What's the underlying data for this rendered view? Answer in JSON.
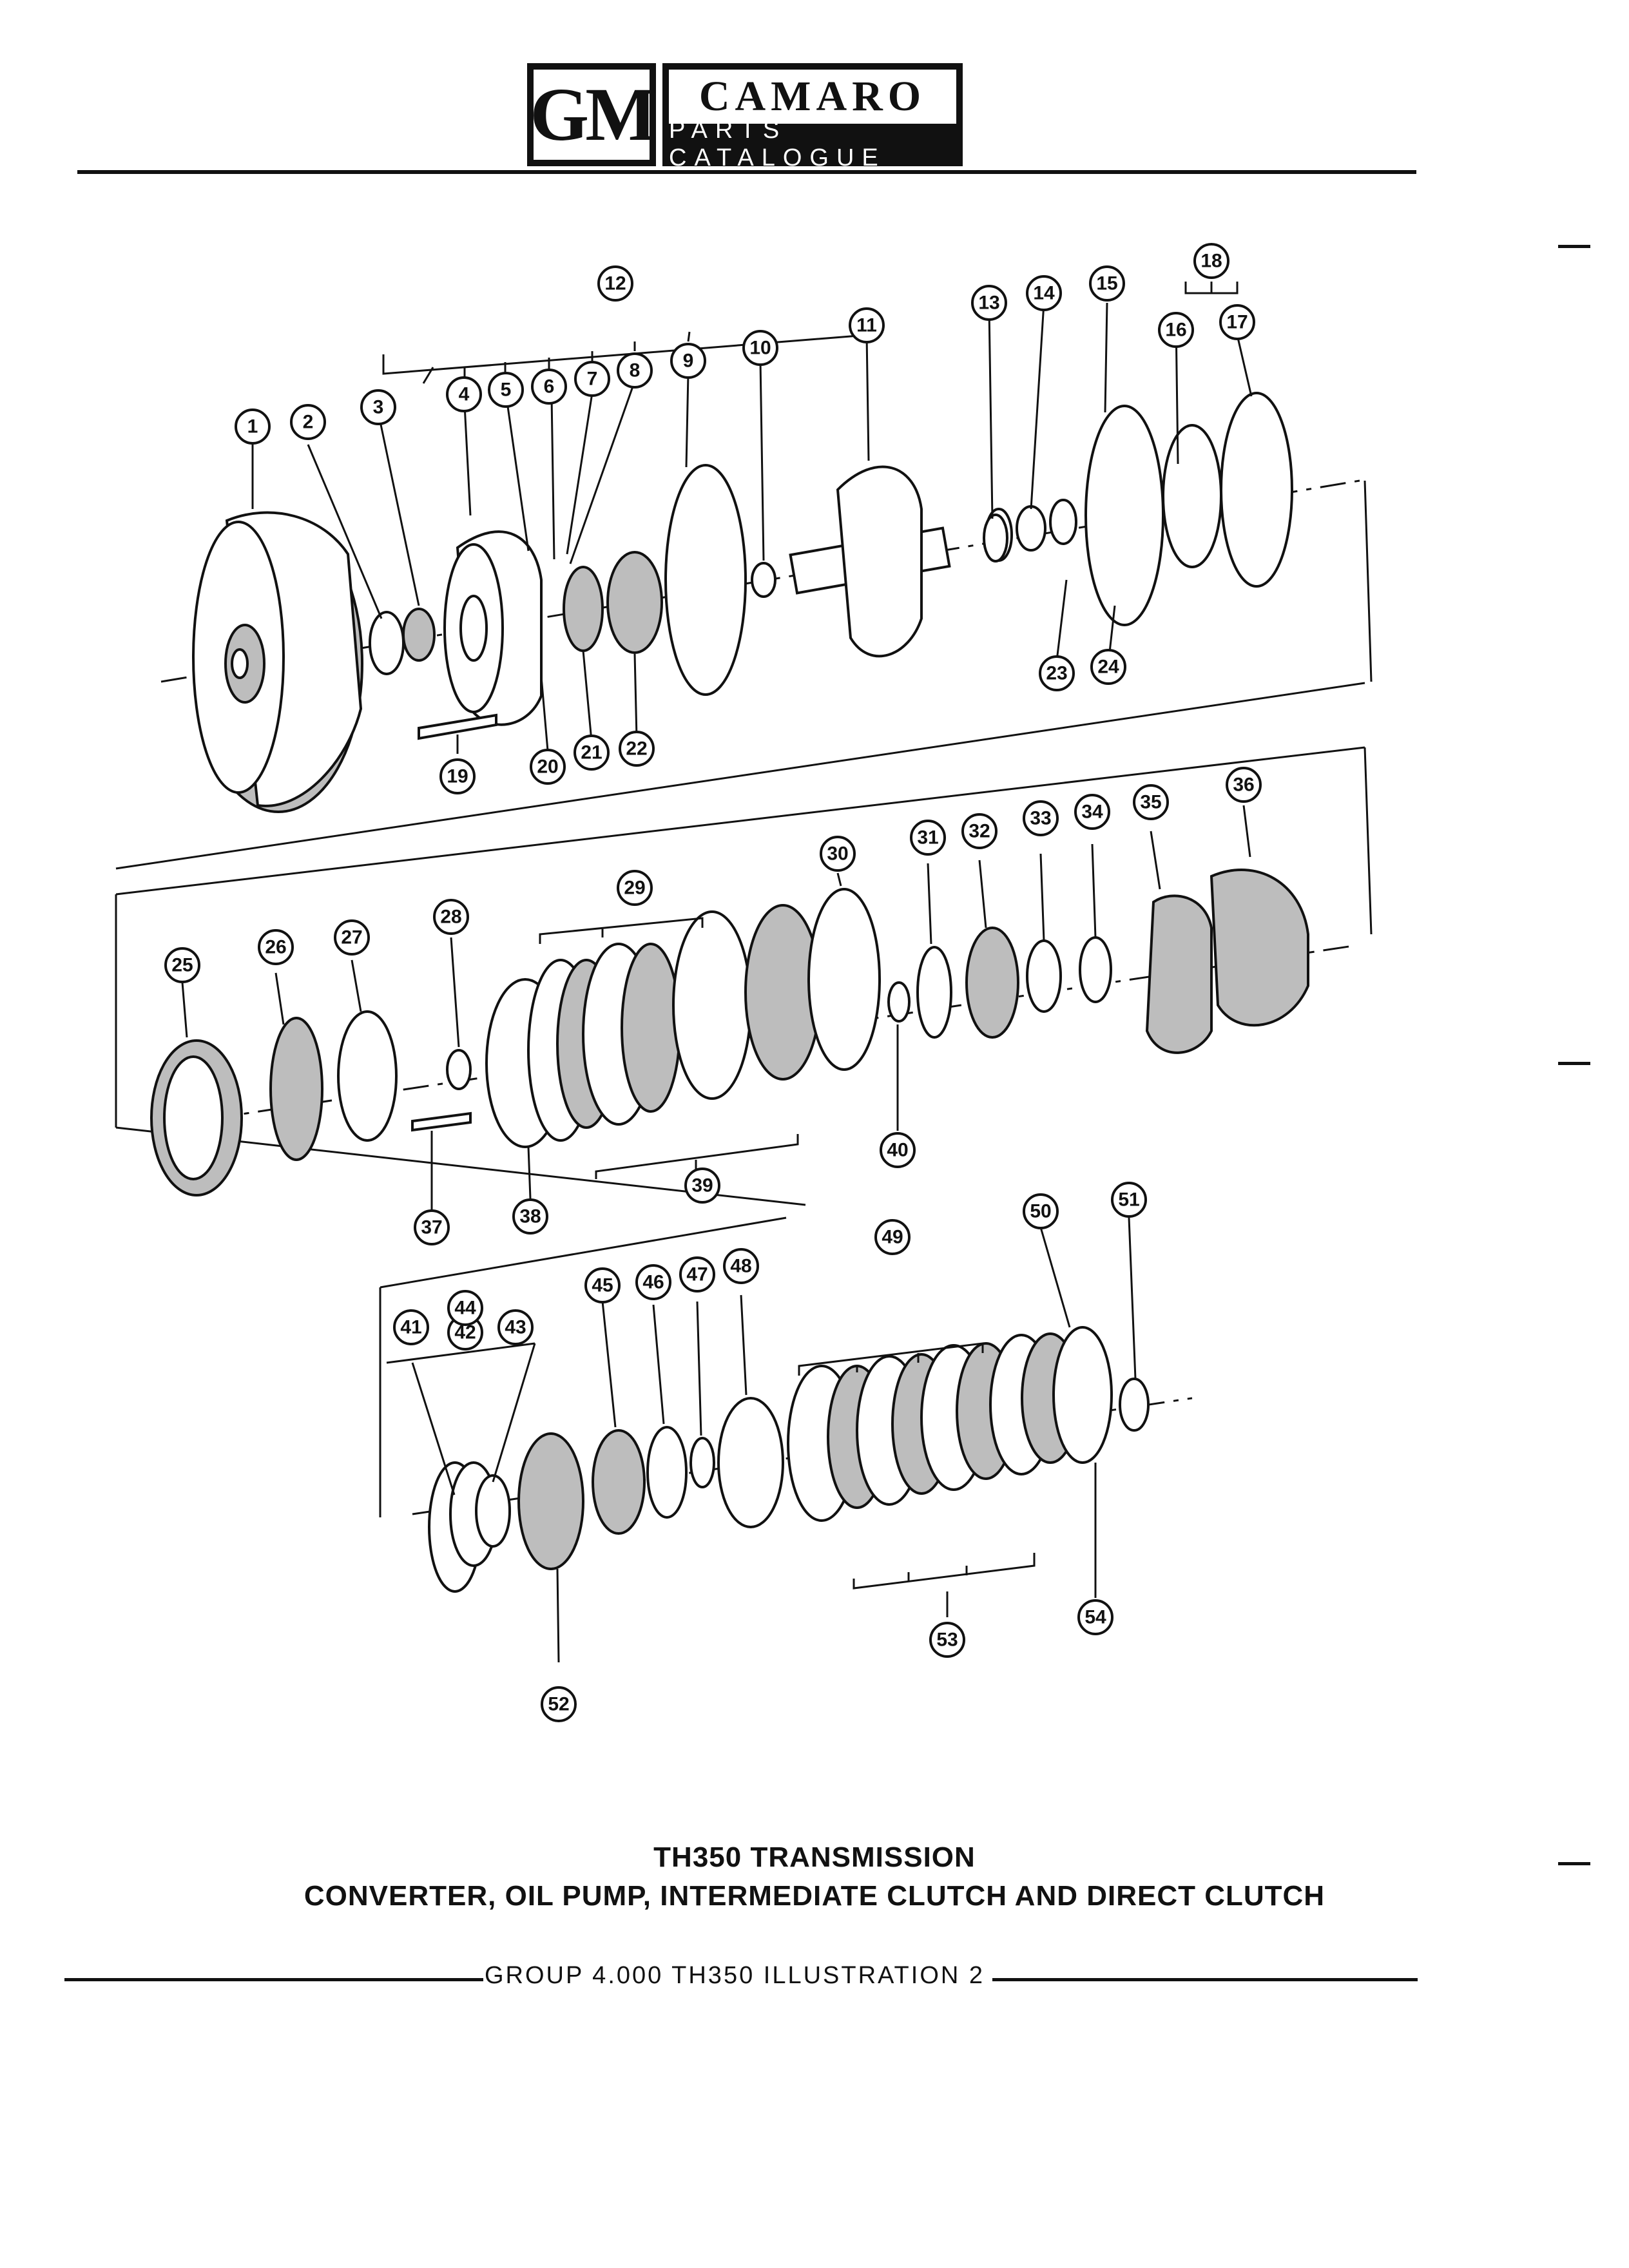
{
  "header": {
    "logo_text": "GM",
    "brand": "CAMARO",
    "subtitle": "PARTS CATALOGUE"
  },
  "callouts": [
    "1",
    "2",
    "3",
    "4",
    "5",
    "6",
    "7",
    "8",
    "9",
    "10",
    "11",
    "12",
    "13",
    "14",
    "15",
    "16",
    "17",
    "18",
    "19",
    "20",
    "21",
    "22",
    "23",
    "24",
    "25",
    "26",
    "27",
    "28",
    "29",
    "30",
    "31",
    "32",
    "33",
    "34",
    "35",
    "36",
    "37",
    "38",
    "39",
    "40",
    "41",
    "42",
    "43",
    "44",
    "45",
    "46",
    "47",
    "48",
    "49",
    "50",
    "51",
    "52",
    "53",
    "54"
  ],
  "caption": {
    "line1": "TH350  TRANSMISSION",
    "line2": "CONVERTER, OIL PUMP, INTERMEDIATE CLUTCH AND DIRECT CLUTCH"
  },
  "footer": "GROUP 4.000 TH350 ILLUSTRATION 2"
}
